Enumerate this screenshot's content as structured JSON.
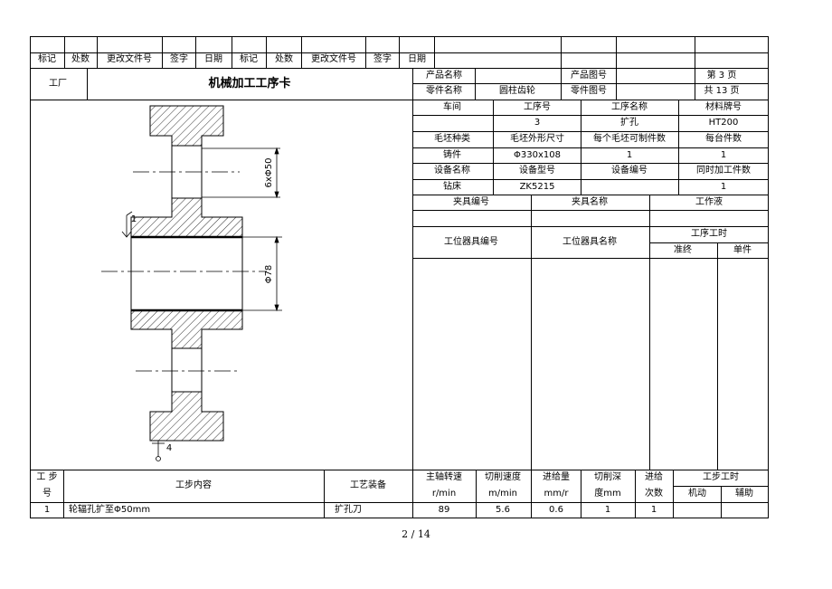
{
  "revision_header": {
    "cells": [
      "标记",
      "处数",
      "更改文件号",
      "签字",
      "日期",
      "标记",
      "处数",
      "更改文件号",
      "签字",
      "日期"
    ]
  },
  "title_block": {
    "factory": "工厂",
    "card_title": "机械加工工序卡",
    "product_name_label": "产品名称",
    "product_name": "",
    "product_drawing_label": "产品图号",
    "product_drawing": "",
    "page_label": "第  3 页",
    "part_name_label": "零件名称",
    "part_name": "圆柱齿轮",
    "part_drawing_label": "零件图号",
    "part_drawing": "",
    "total_pages_label": "共 13 页"
  },
  "process_info": {
    "headers_1": [
      "车间",
      "工序号",
      "工序名称",
      "材料牌号"
    ],
    "values_1": [
      "",
      "3",
      "扩孔",
      "HT200"
    ],
    "headers_2": [
      "毛坯种类",
      "毛坯外形尺寸",
      "每个毛坯可制件数",
      "每台件数"
    ],
    "values_2": [
      "铸件",
      "Φ330x108",
      "1",
      "1"
    ],
    "headers_3": [
      "设备名称",
      "设备型号",
      "设备编号",
      "同时加工件数"
    ],
    "values_3": [
      "钻床",
      "ZK5215",
      "",
      "1"
    ],
    "fixture_headers": [
      "夹具编号",
      "夹具名称",
      "工作液"
    ],
    "station_headers": [
      "工位器具编号",
      "工位器具名称"
    ],
    "process_time_label": "工序工时",
    "prep_time_label": "准终",
    "unit_time_label": "单件"
  },
  "drawing": {
    "dim_hole": "6xΦ50",
    "dim_bore": "Φ78",
    "roughness_top": "1",
    "roughness_bottom": "4"
  },
  "steps_table": {
    "headers": {
      "step_no_1": "工 步",
      "step_no_2": "号",
      "content": "工步内容",
      "equipment": "工艺装备",
      "spindle_1": "主轴转速",
      "spindle_2": "r/min",
      "speed_1": "切削速度",
      "speed_2": "m/min",
      "feed_1": "进给量",
      "feed_2": "mm/r",
      "depth_1": "切削深",
      "depth_2": "度mm",
      "passes_1": "进给",
      "passes_2": "次数",
      "step_time": "工步工时",
      "machine": "机动",
      "auxiliary": "辅助"
    },
    "rows": [
      {
        "no": "1",
        "content": "轮辐孔扩至Φ50mm",
        "equipment": "扩孔刀",
        "spindle": "89",
        "speed": "5.6",
        "feed": "0.6",
        "depth": "1",
        "passes": "1",
        "machine": "",
        "auxiliary": ""
      }
    ]
  },
  "footer": {
    "page": "2 / 14"
  }
}
